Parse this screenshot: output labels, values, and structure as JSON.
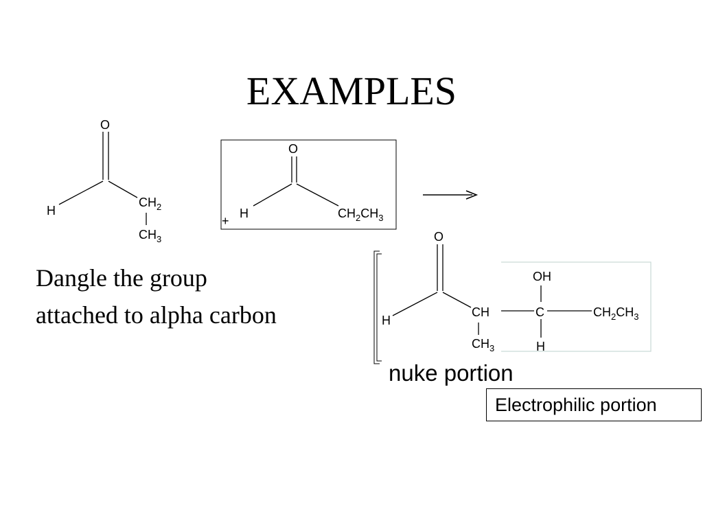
{
  "slide": {
    "title": "EXAMPLES",
    "caption_lines": [
      "Dangle the group",
      "attached to alpha carbon"
    ],
    "nuke_label": "nuke portion",
    "electrophilic_label": "Electrophilic portion"
  },
  "structures": {
    "aldehyde1": {
      "o": "O",
      "h": "H",
      "ch": "CH",
      "ch_sub": "2",
      "ch3": "CH",
      "ch3_sub": "3"
    },
    "aldehyde2": {
      "o": "O",
      "h": "H",
      "chain": "CH",
      "chain_sub1": "2",
      "chain_mid": "CH",
      "chain_sub2": "3",
      "plus": "+"
    },
    "product": {
      "o": "O",
      "h": "H",
      "ch": "CH",
      "ch3": "CH",
      "ch3_sub": "3",
      "c": "C",
      "oh": "OH",
      "h_bottom": "H",
      "chain": "CH",
      "chain_sub1": "2",
      "chain_mid": "CH",
      "chain_sub2": "3"
    }
  },
  "icons": {
    "reaction_arrow": "right-arrow-icon"
  }
}
